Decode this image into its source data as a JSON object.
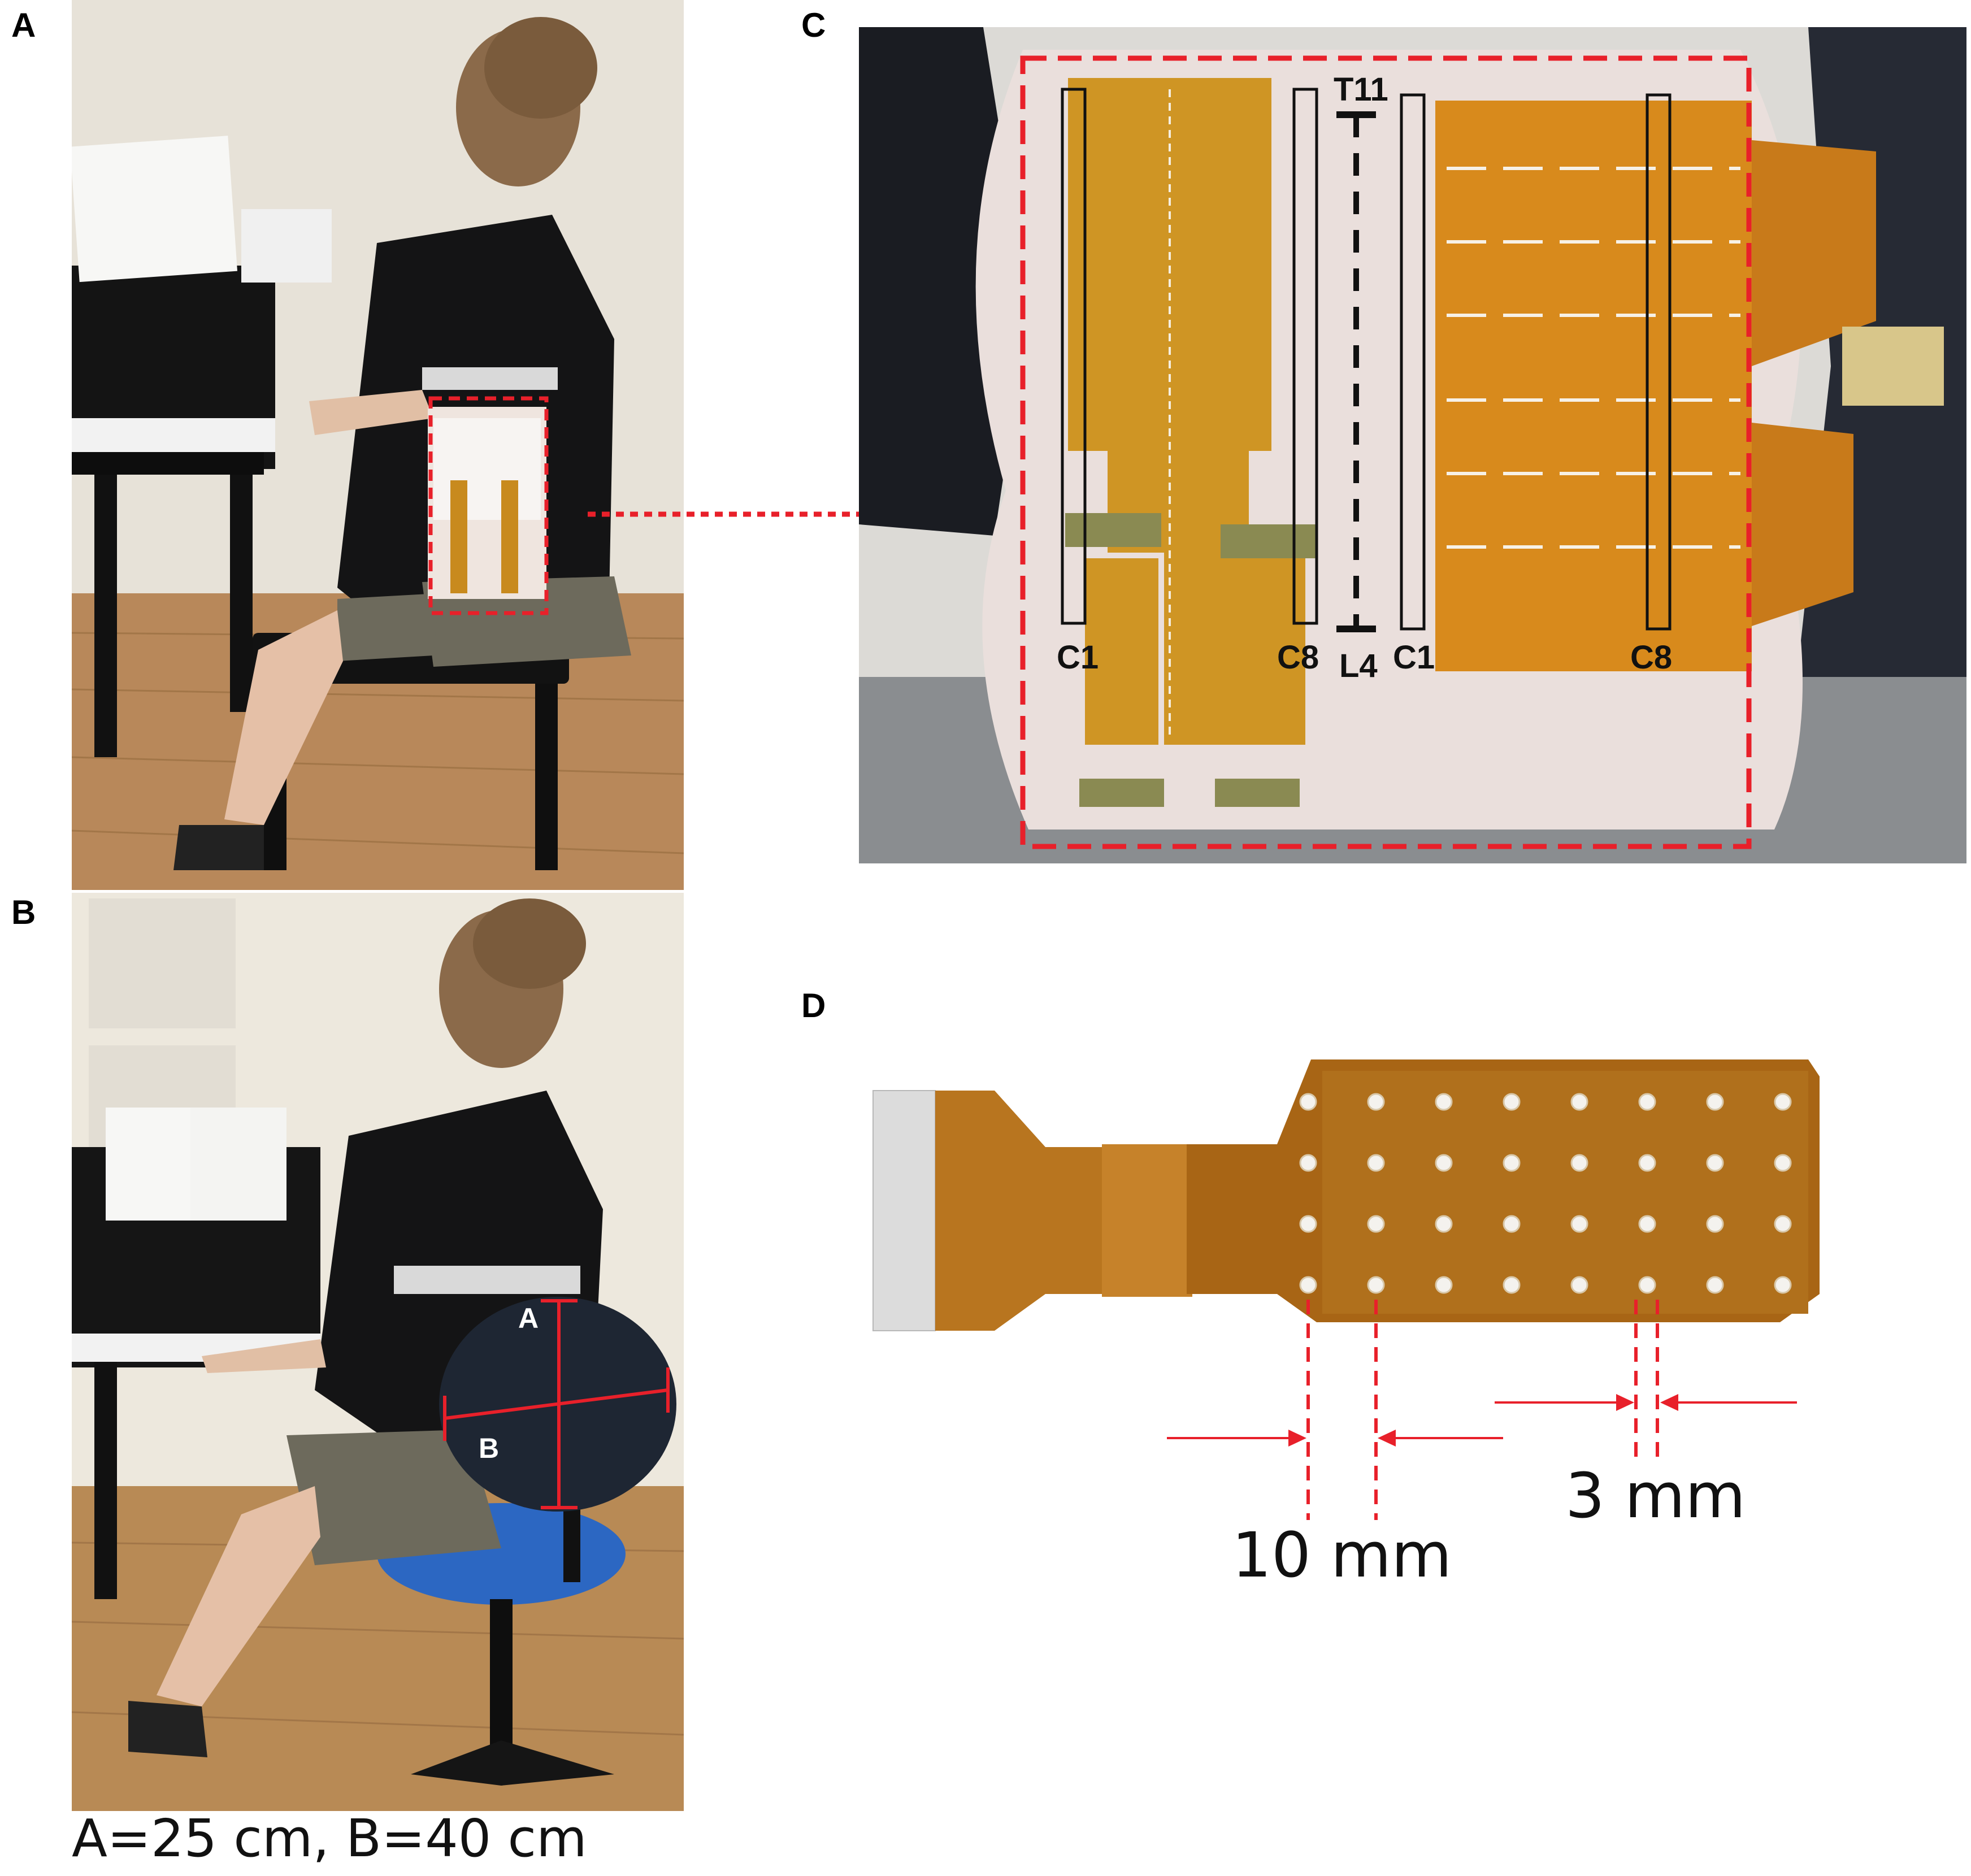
{
  "panels": {
    "a": {
      "letter": "A"
    },
    "b": {
      "letter": "B",
      "dim_a_label": "A",
      "dim_b_label": "B",
      "caption": "A=25 cm, B=40 cm"
    },
    "c": {
      "letter": "C",
      "left_array_top_label": "C1",
      "left_array_bottom_label": "C8",
      "spine_top_label": "T11",
      "spine_bottom_label": "L4",
      "right_array_top_label": "C1",
      "right_array_bottom_label": "C8"
    },
    "d": {
      "letter": "D",
      "spacing_left_label": "10 mm",
      "spacing_right_label": "3 mm"
    }
  },
  "colors": {
    "highlight": "#e8202a",
    "electrode": "#c98a1f",
    "skin": "#eadfdc",
    "floor": "#b88a55"
  }
}
